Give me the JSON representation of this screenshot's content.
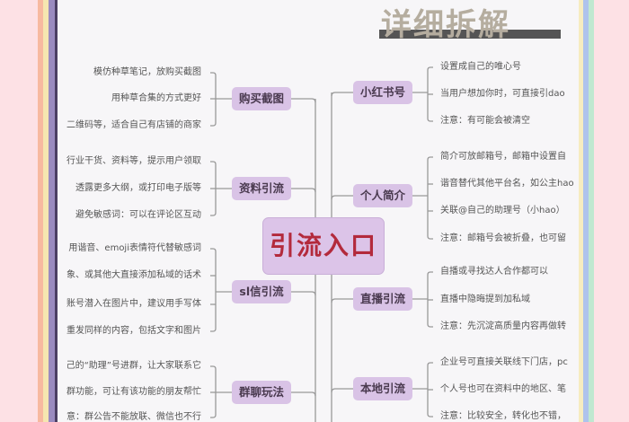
{
  "title": "详细拆解",
  "center": "引流入口",
  "colors": {
    "node": "#d9c3e6",
    "center_text": "#b32a3c",
    "title": "#b5ad9f",
    "background": "#fde1e5"
  },
  "left": [
    {
      "label": "购买截图",
      "items": [
        "模仿种草笔记，放购买截图",
        "用种草合集的方式更好",
        "二维码等，适合自己有店铺的商家"
      ]
    },
    {
      "label": "资料引流",
      "items": [
        "行业干货、资料等，提示用户领取",
        "透露更多大纲，或打印电子版等",
        "避免敏感词：可以在评论区互动"
      ]
    },
    {
      "label": "sl信引流",
      "items": [
        "用谐音、emoji表情符代替敏感词",
        "象、或其他大直接添加私域的话术",
        "账号潜入在图片中，建议用手写体",
        "重发同样的内容，包括文字和图片"
      ]
    },
    {
      "label": "群聊玩法",
      "items": [
        "己的“助理”号进群，让大家联系它",
        "群功能，可让有该功能的朋友帮忙",
        "意：群公告不能放联、微信也不行"
      ]
    }
  ],
  "right": [
    {
      "label": "小红书号",
      "items": [
        "设置成自己的唯心号",
        "当用户想加你时，可直接引dao",
        "注意：有可能会被清空"
      ]
    },
    {
      "label": "个人简介",
      "items": [
        "简介可放邮箱号，邮箱中设置自",
        "谐音替代其他平台名，如公主hao",
        "关联@自己的助理号（小hao）",
        "注意：邮箱号会被折叠，也可留"
      ]
    },
    {
      "label": "直播引流",
      "items": [
        "自播或寻找达人合作都可以",
        "直播中隐晦提到加私域",
        "注意：先沉淀高质量内容再做转"
      ]
    },
    {
      "label": "本地引流",
      "items": [
        "企业号可直接关联线下门店，pc",
        "个人号也可在资料中的地区、笔",
        "注意：比较安全，转化也不错，"
      ]
    }
  ]
}
